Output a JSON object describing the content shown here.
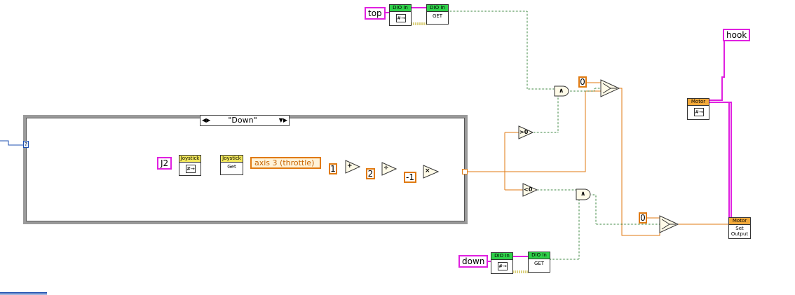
{
  "case_structure": {
    "selector_label": "\"Down\""
  },
  "controls": {
    "top": "top",
    "down": "down",
    "hook": "hook",
    "joystick_ref": "J2"
  },
  "vis": {
    "dio_in_top": {
      "ref_header": "DIO In",
      "get_header": "DIO In",
      "get_body": "GET"
    },
    "dio_in_down": {
      "ref_header": "DIO In",
      "get_header": "DIO In",
      "get_body": "GET"
    },
    "joystick": {
      "ref_header": "Joystick",
      "get_header": "Joystick",
      "get_body": "Get"
    },
    "motor_ref": {
      "header": "Motor"
    },
    "motor_set_output": {
      "header": "Motor",
      "body_line1": "Set",
      "body_line2": "Output"
    }
  },
  "constants": {
    "axis": "axis 3 (throttle)",
    "add_const": "1",
    "divide_const": "2",
    "multiply_const": "-1",
    "select_zero_top": "0",
    "select_zero_bottom": "0"
  },
  "primitives": {
    "add": "+",
    "divide": "÷",
    "multiply": "×",
    "greater_than_zero": ">0",
    "less_than_zero": "<0",
    "and_top": "∧",
    "and_bottom": "∧"
  },
  "colors": {
    "numeric_wire": "#e07a10",
    "boolean_wire": "#2e7d32",
    "refnum_wire": "#e020e0",
    "error_wire": "#b8a400",
    "dio_header": "#2fd24a",
    "joystick_header": "#f3e85c",
    "motor_header": "#f2a93b"
  }
}
